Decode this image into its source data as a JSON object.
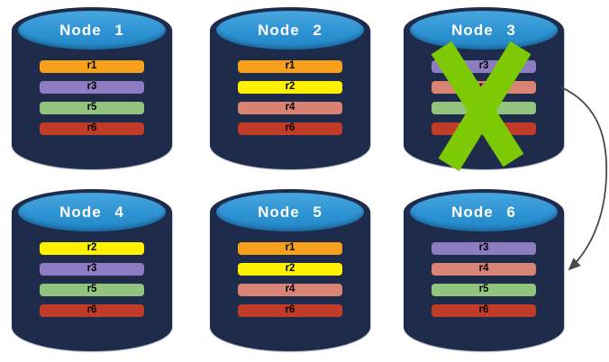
{
  "colors": {
    "background": "#FFFFFF",
    "cylinder_body": "#1E2B4A",
    "cylinder_face": "#2E93D3",
    "title_text": "#FFFFFF",
    "row_text": "#000000",
    "x_mark": "#7DC903",
    "arrow": "#4A4A4A"
  },
  "nodes": [
    {
      "title": "Node 1",
      "failed": false,
      "rows": [
        {
          "label": "r1",
          "color": "#F7A01B"
        },
        {
          "label": "r3",
          "color": "#8E7CC3"
        },
        {
          "label": "r5",
          "color": "#93C47D"
        },
        {
          "label": "r6",
          "color": "#C03B28"
        }
      ]
    },
    {
      "title": "Node 2",
      "failed": false,
      "rows": [
        {
          "label": "r1",
          "color": "#F7A01B"
        },
        {
          "label": "r2",
          "color": "#FEF200"
        },
        {
          "label": "r4",
          "color": "#D88373"
        },
        {
          "label": "r6",
          "color": "#C03B28"
        }
      ]
    },
    {
      "title": "Node 3",
      "failed": true,
      "rows": [
        {
          "label": "r3",
          "color": "#8E7CC3"
        },
        {
          "label": "r4",
          "color": "#D88373"
        },
        {
          "label": "r5",
          "color": "#93C47D"
        },
        {
          "label": "r6",
          "color": "#C03B28"
        }
      ]
    },
    {
      "title": "Node 4",
      "failed": false,
      "rows": [
        {
          "label": "r2",
          "color": "#FEF200"
        },
        {
          "label": "r3",
          "color": "#8E7CC3"
        },
        {
          "label": "r5",
          "color": "#93C47D"
        },
        {
          "label": "r6",
          "color": "#C03B28"
        }
      ]
    },
    {
      "title": "Node 5",
      "failed": false,
      "rows": [
        {
          "label": "r1",
          "color": "#F7A01B"
        },
        {
          "label": "r2",
          "color": "#FEF200"
        },
        {
          "label": "r4",
          "color": "#D88373"
        },
        {
          "label": "r6",
          "color": "#C03B28"
        }
      ]
    },
    {
      "title": "Node 6",
      "failed": false,
      "rows": [
        {
          "label": "r3",
          "color": "#8E7CC3"
        },
        {
          "label": "r4",
          "color": "#D88373"
        },
        {
          "label": "r5",
          "color": "#93C47D"
        },
        {
          "label": "r6",
          "color": "#C03B28"
        }
      ]
    }
  ],
  "annotations": {
    "failed_node": "Node 3",
    "arrow_from": "Node 3",
    "arrow_to": "Node 6"
  }
}
